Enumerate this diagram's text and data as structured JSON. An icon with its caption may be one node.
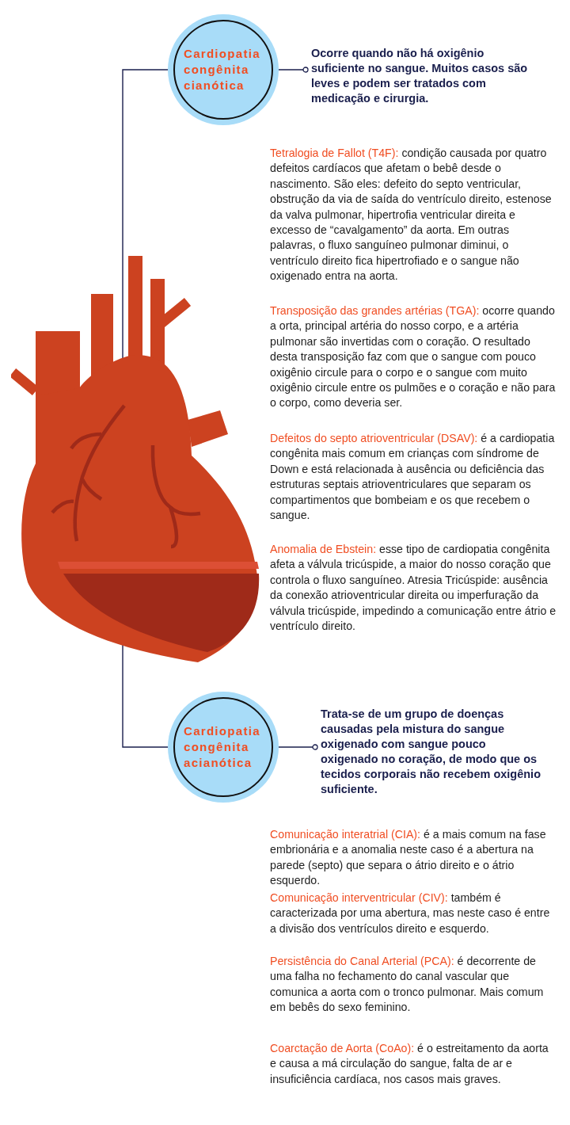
{
  "diagram": {
    "nodes": [
      {
        "text": [],
        "shape": "picture"
      },
      {
        "text": [
          "Cardiopatia congênita cianótica"
        ]
      },
      {
        "text": [
          "Ocorre quando não há oxigênio suficiente no sangue. Muitos casos são leves e podem ser tratados com medicação e cirurgia."
        ]
      },
      {
        "text": [
          "Cardiopatia congênita acianótica"
        ]
      },
      {
        "text": [
          "Trata-se de um grupo de doenças causadas pela mistura do sangue oxigenado com sangue pouco oxigenado no coração, de modo que os tecidos corporais não recebem oxigênio suficiente."
        ]
      }
    ],
    "edges": [
      {
        "from": 0,
        "to": 1,
        "arrow": "none"
      },
      {
        "from": 1,
        "to": 2,
        "arrow": "other"
      },
      {
        "from": 0,
        "to": 3,
        "arrow": "none"
      },
      {
        "from": 3,
        "to": 4,
        "arrow": "other"
      }
    ],
    "labels": [
      "**Tetralogia de Fallot (T4F):** condição causada por quatro defeitos cardíacos que afetam o bebê desde o nascimento. São eles: defeito do septo ventricular, obstrução da via de saída do ventrículo direito, estenose da valva pulmonar, hipertrofia ventricular direita e excesso de “cavalgamento” da aorta. Em outras palavras, o fluxo sanguíneo pulmonar diminui, o ventrículo direito fica hipertrofiado e o sangue não oxigenado entra na aorta.",
      "**Transposição das grandes artérias (TGA):** ocorre quando a orta, principal artéria do nosso corpo, e a artéria pulmonar são invertidas com o coração. O resultado desta transposição faz com que o sangue com pouco oxigênio circule para o corpo e o sangue com muito oxigênio circule entre os pulmões e o coração e não para o corpo, como deveria ser.",
      "**Defeitos do septo atrioventricular (DSAV):** é a cardiopatia congênita mais comum em crianças com síndrome de Down e está relacionada à ausência ou deficiência das estruturas septais atrioventriculares que separam os compartimentos que bombeiam e os que recebem o sangue.",
      "**Anomalia de Ebstein:** esse tipo de cardiopatia congênita afeta a válvula tricúspide, a maior do nosso coração que controla o fluxo sanguíneo. Atresia Tricúspide: ausência da conexão atrioventricular direita ou imperfuração da válvula tricúspide, impedindo a comunicação entre átrio e ventrículo direito.",
      "**Comunicação interatrial (CIA):** é a mais comum na fase embrionária e a anomalia neste caso é a abertura na parede (septo) que separa o átrio direito e o átrio esquerdo.",
      "**Comunicação interventricular (CIV):** também é caracterizada por uma abertura, mas neste caso é entre a divisão dos ventrículos direito e esquerdo.",
      "**Persistência do Canal Arterial (PCA):** é decorrente de uma falha no fechamento do canal vascular que comunica a aorta com o tronco pulmonar. Mais comum em bebês do sexo feminino.",
      "**Coarctação de Aorta (CoAo):** é o estreitamento da aorta e causa a má circulação do sangue, falta de ar e insuficiência cardíaca, nos casos mais graves."
    ]
  }
}
